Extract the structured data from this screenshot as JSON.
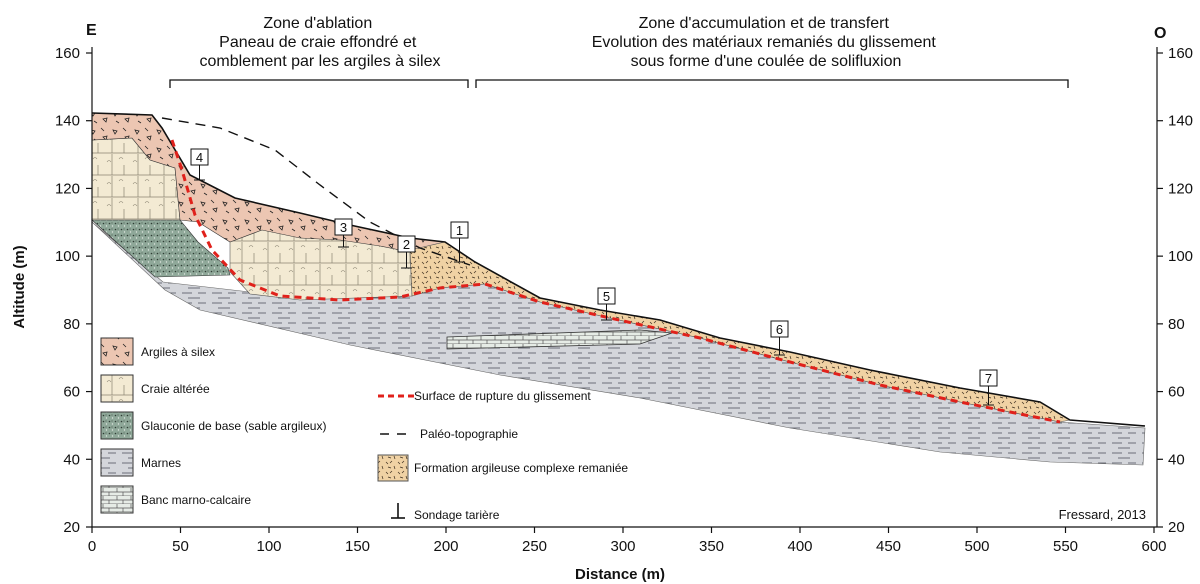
{
  "side_left": "E",
  "side_right": "O",
  "zones": [
    {
      "lines": [
        "Zone d'ablation",
        "Paneau de craie effondré et",
        "comblement par les argiles à silex"
      ]
    },
    {
      "lines": [
        "Zone d'accumulation et de transfert",
        "Evolution des matériaux remaniés du glissement",
        "sous forme d'une coulée de solifluxion"
      ]
    }
  ],
  "axes": {
    "xlabel": "Distance (m)",
    "ylabel": "Altitude (m)",
    "xticks": [
      "0",
      "50",
      "100",
      "150",
      "200",
      "250",
      "300",
      "350",
      "400",
      "450",
      "500",
      "550",
      "600"
    ],
    "yticks": [
      "20",
      "40",
      "60",
      "80",
      "100",
      "120",
      "140",
      "160"
    ]
  },
  "legend_left": [
    {
      "label": "Argiles à silex",
      "pattern": "argiles"
    },
    {
      "label": "Craie altérée",
      "pattern": "craie"
    },
    {
      "label": "Glauconie de base (sable argileux)",
      "pattern": "glauconie"
    },
    {
      "label": "Marnes",
      "pattern": "marnes"
    },
    {
      "label": "Banc marno-calcaire",
      "pattern": "banc"
    }
  ],
  "legend_right": [
    {
      "label": "Surface de rupture du glissement",
      "symbol": "red-dashed-line"
    },
    {
      "label": "Paléo-topographie",
      "symbol": "black-dashed-line"
    },
    {
      "label": "Formation argileuse complexe remaniée",
      "symbol": "formation-pattern"
    },
    {
      "label": "Sondage tarière",
      "symbol": "auger-symbol"
    }
  ],
  "boreholes": [
    "1",
    "2",
    "3",
    "4",
    "5",
    "6",
    "7"
  ],
  "credit": "Fressard, 2013",
  "colors": {
    "argiles": "#ecc6b2",
    "craie": "#f3ead3",
    "glauconie": "#8fa899",
    "marnes": "#d4d6db",
    "formation": "#f0d2a4",
    "rupture": "#e0211b"
  }
}
